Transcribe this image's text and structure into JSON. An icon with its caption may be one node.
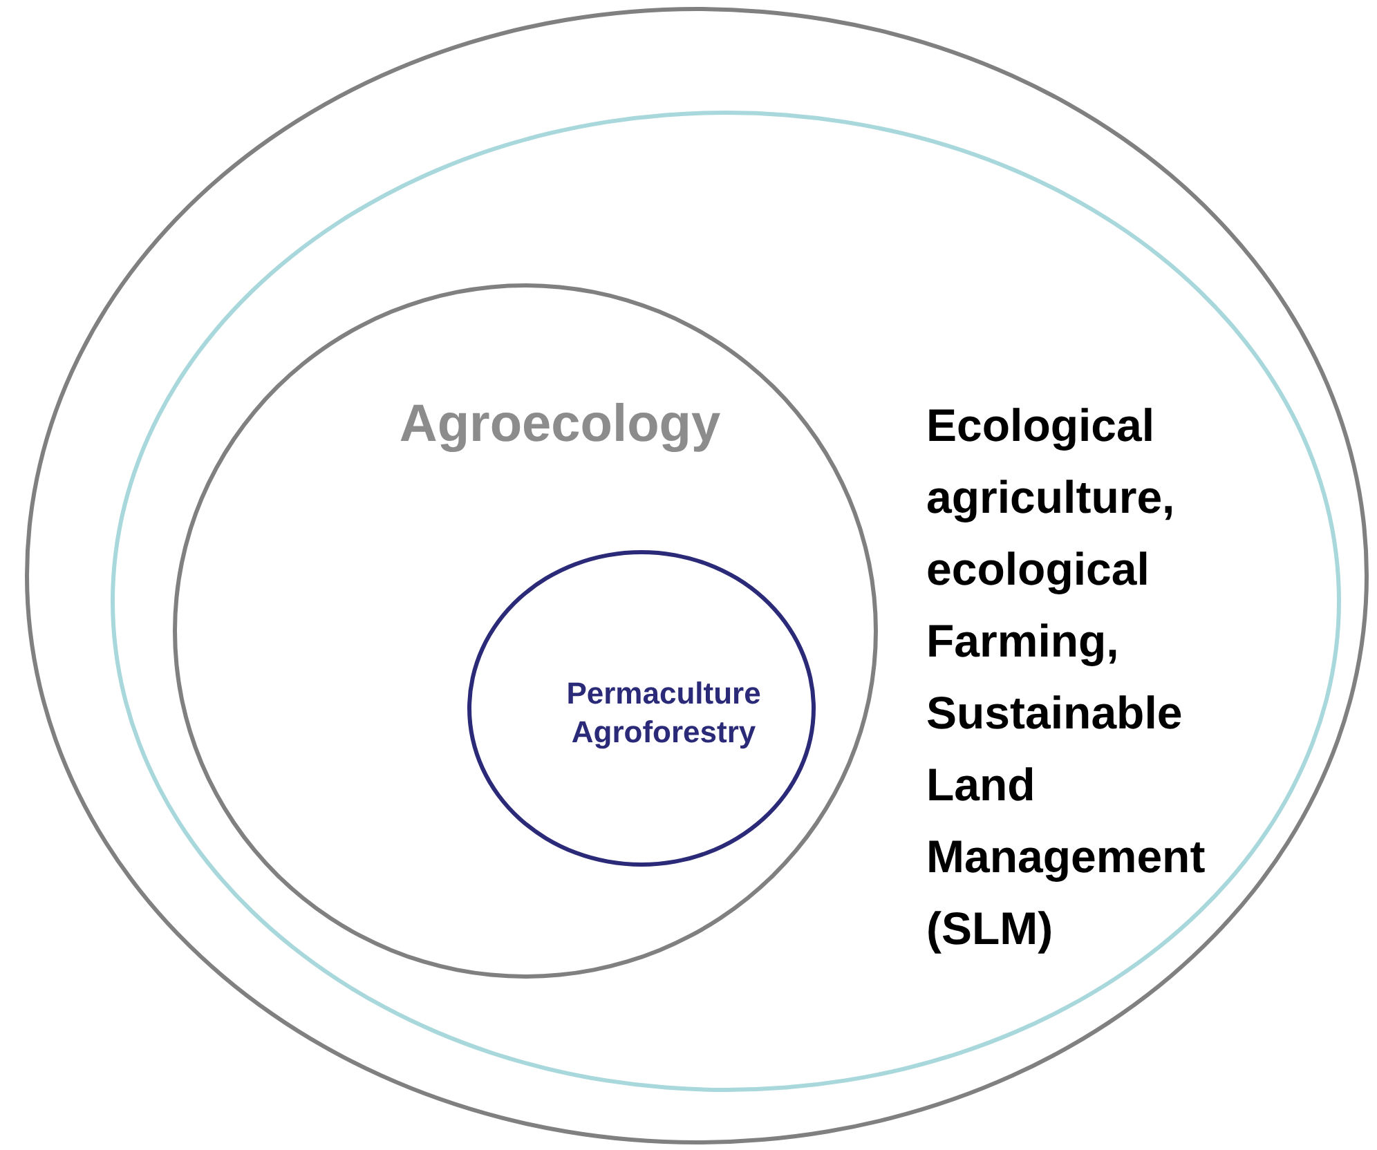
{
  "diagram": {
    "nodes": [
      {
        "text": [],
        "shape": "ellipse"
      },
      {
        "text": [
          "Ecological agriculture, ecological Farming, Sustainable Land Management (SLM)"
        ],
        "in": 0
      },
      {
        "text": [
          "Agroecology"
        ],
        "in": 1
      },
      {
        "text": [
          "Permaculture Agroforestry"
        ],
        "in": 2
      }
    ]
  }
}
